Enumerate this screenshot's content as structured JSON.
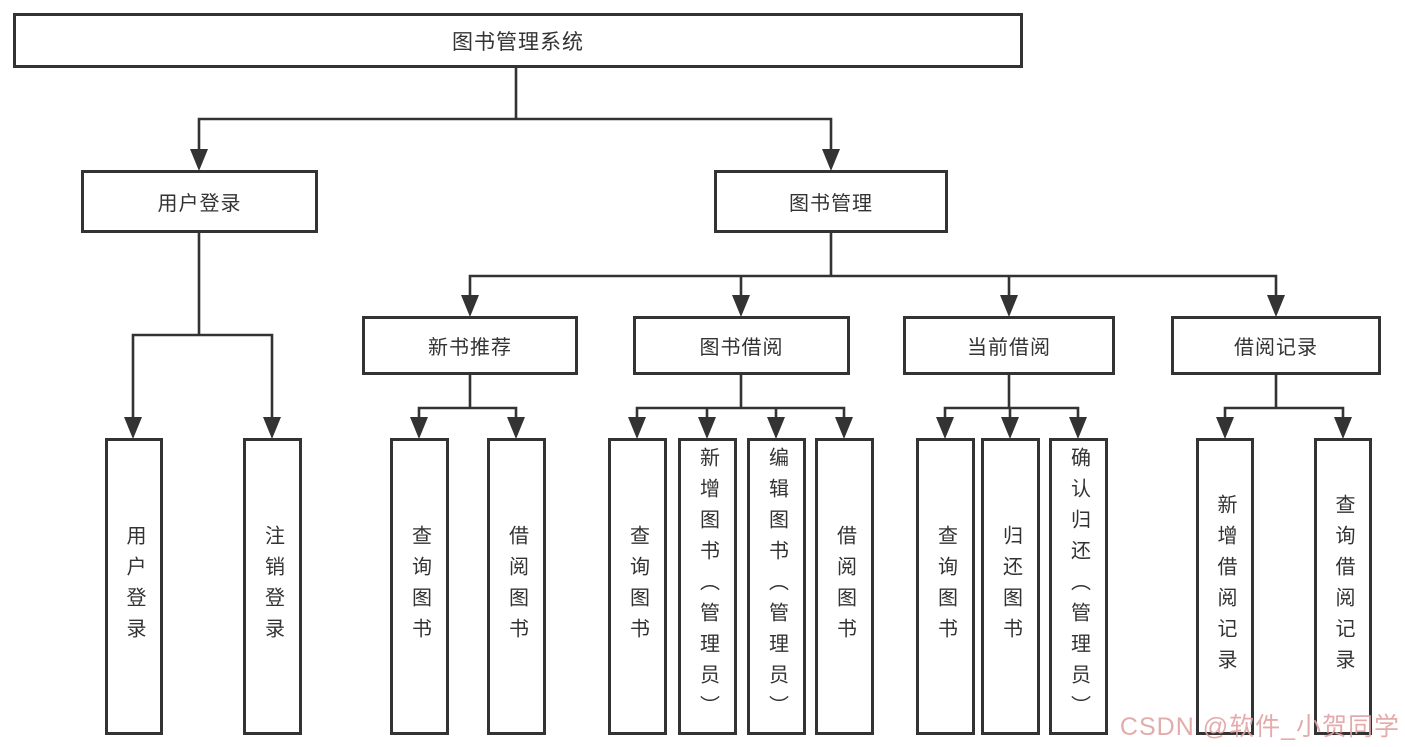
{
  "diagram": {
    "root": {
      "label": "图书管理系统"
    },
    "branches": [
      {
        "label": "用户登录",
        "children": [
          {
            "label": "用户登录"
          },
          {
            "label": "注销登录"
          }
        ]
      },
      {
        "label": "图书管理",
        "children": [
          {
            "label": "新书推荐",
            "children": [
              {
                "label": "查询图书"
              },
              {
                "label": "借阅图书"
              }
            ]
          },
          {
            "label": "图书借阅",
            "children": [
              {
                "label": "查询图书"
              },
              {
                "label": "新增图书（管理员）"
              },
              {
                "label": "编辑图书（管理员）"
              },
              {
                "label": "借阅图书"
              }
            ]
          },
          {
            "label": "当前借阅",
            "children": [
              {
                "label": "查询图书"
              },
              {
                "label": "归还图书"
              },
              {
                "label": "确认归还（管理员）"
              }
            ]
          },
          {
            "label": "借阅记录",
            "children": [
              {
                "label": "新增借阅记录"
              },
              {
                "label": "查询借阅记录"
              }
            ]
          }
        ]
      }
    ]
  },
  "watermark": {
    "text": "CSDN @软件_小贺同学",
    "color": "#e2a3a3"
  },
  "colors": {
    "line": "#333333",
    "text": "#333333",
    "background": "#ffffff"
  }
}
